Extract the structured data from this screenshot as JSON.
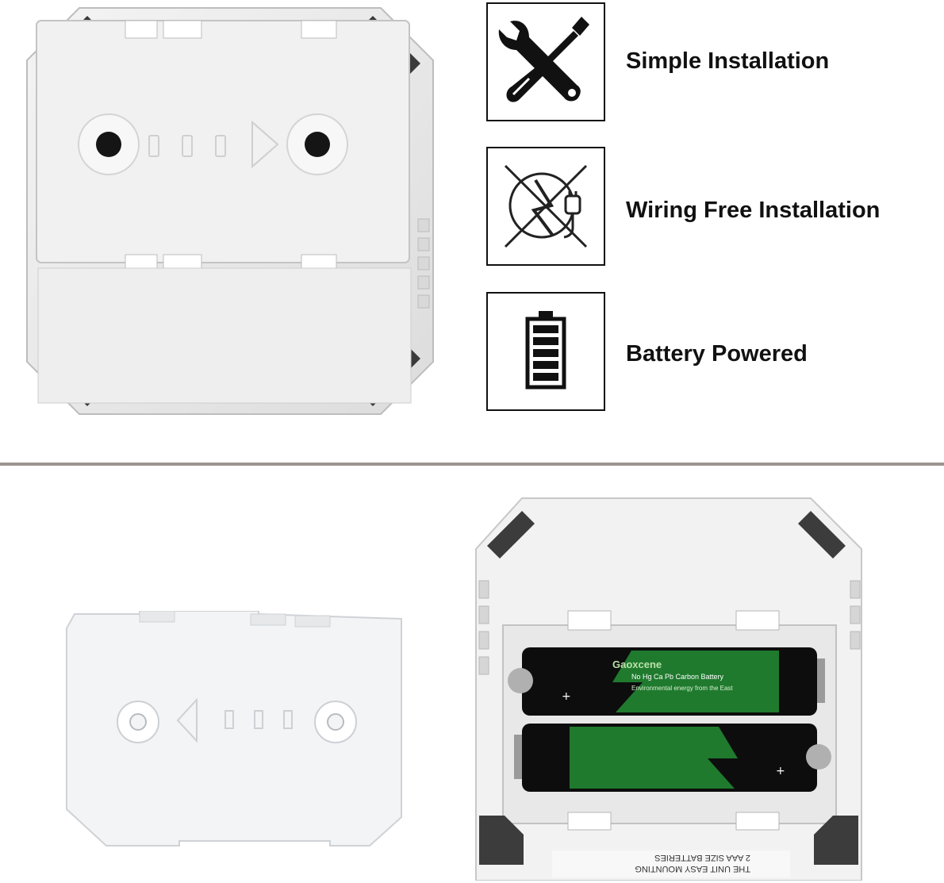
{
  "features": [
    {
      "label": "Simple Installation",
      "icon": "wrench-screwdriver-icon"
    },
    {
      "label": "Wiring Free Installation",
      "icon": "no-wiring-icon"
    },
    {
      "label": "Battery Powered",
      "icon": "battery-icon"
    }
  ],
  "battery_print": {
    "brand": "Gaoxcene",
    "type": "No Hg Ca Pb Carbon Battery",
    "tagline": "Environmental energy from the East",
    "label_line1": "THE UNIT EASY MOUNTING",
    "label_line2": "2 AAA SIZE BATTERIES"
  },
  "colors": {
    "device_body": "#ececec",
    "device_edge": "#c9c9c9",
    "battery_green": "#1f7a2e",
    "divider": "#9b9590"
  }
}
